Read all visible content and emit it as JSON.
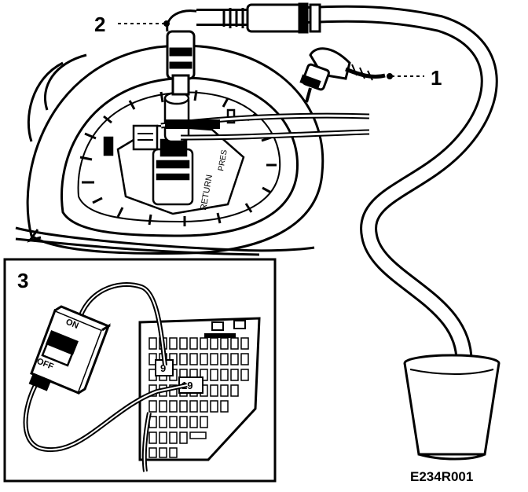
{
  "callouts": {
    "hose_connector": "1",
    "pump_connector": "2",
    "switch_inset": "3"
  },
  "switch": {
    "on_label": "ON",
    "off_label": "OFF"
  },
  "fusebox": {
    "fuse_a": "9",
    "fuse_b": "19"
  },
  "pump_markings": {
    "return": "RETURN",
    "pressure": "PRES"
  },
  "figure_code": "E234R001",
  "colors": {
    "ink": "#000000",
    "paper": "#ffffff"
  }
}
